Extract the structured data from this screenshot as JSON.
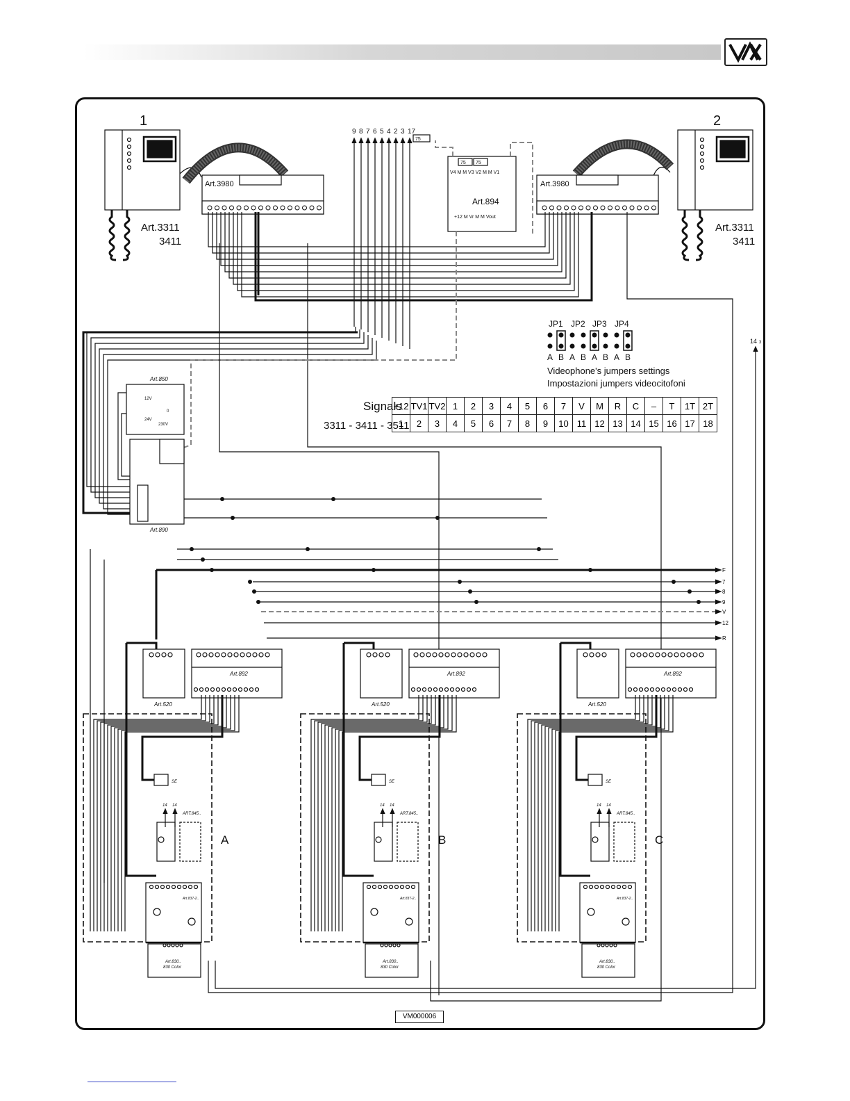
{
  "monitors": [
    {
      "num": "1",
      "art": "Art.3311",
      "art2": "3411"
    },
    {
      "num": "2",
      "art": "Art.3311",
      "art2": "3411"
    }
  ],
  "modules": {
    "art3980": "Art.3980",
    "art894": "Art.894",
    "art894_top_terms": "V4 M M V3 V2 M M V1",
    "art894_bot_terms": "+12 M Vr M M Vout",
    "art850": "Art.850",
    "art890": "Art.890",
    "art892": "Art.892",
    "art520": "Art.520",
    "art845": "ART.845..",
    "art837": "Art.837-2..",
    "art830": "Art.830..",
    "art830b": "830 Color",
    "res75": "75",
    "psu_labels": [
      "12V",
      "24V",
      "230V",
      "0"
    ],
    "se": "SE",
    "fourteen": "14"
  },
  "top_terminals": [
    "9",
    "8",
    "7",
    "6",
    "5",
    "4",
    "2",
    "3",
    "17"
  ],
  "right_terminals": [
    "F",
    "7",
    "8",
    "9",
    "V",
    "12",
    "R"
  ],
  "side_label": "14",
  "side_label_sub": "3",
  "stations": [
    "A",
    "B",
    "C"
  ],
  "jumpers": {
    "names": [
      "JP1",
      "JP2",
      "JP3",
      "JP4"
    ],
    "pins": [
      "A",
      "B",
      "A",
      "B",
      "A",
      "B",
      "A",
      "B"
    ],
    "caption1": "Videophone's jumpers settings",
    "caption2": "Impostazioni jumpers videocitofoni"
  },
  "signals": {
    "row_label": "Signals",
    "models_label": "3311 - 3411 - 3511",
    "names": [
      "+12",
      "TV1",
      "TV2",
      "1",
      "2",
      "3",
      "4",
      "5",
      "6",
      "7",
      "V",
      "M",
      "R",
      "C",
      "–",
      "T",
      "1T",
      "2T"
    ],
    "numbers": [
      "1",
      "2",
      "3",
      "4",
      "5",
      "6",
      "7",
      "8",
      "9",
      "10",
      "11",
      "12",
      "13",
      "14",
      "15",
      "16",
      "17",
      "18"
    ]
  },
  "code": "VM000006",
  "colors": {
    "line": "#111111",
    "dash": "#888888",
    "frame": "#111111"
  }
}
